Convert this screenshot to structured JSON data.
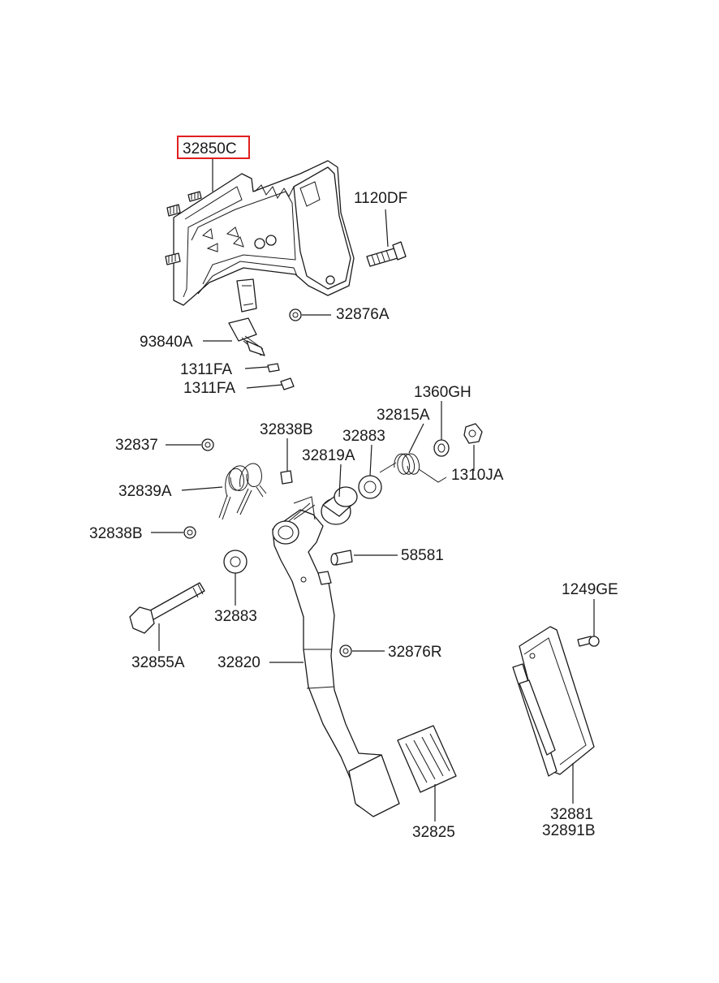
{
  "colors": {
    "highlight": "#e02020",
    "line": "#1a1a1a",
    "background": "#ffffff"
  },
  "labels": {
    "l_32850C": "32850C",
    "l_1120DF": "1120DF",
    "l_32876A": "32876A",
    "l_93840A": "93840A",
    "l_1311FA_1": "1311FA",
    "l_1311FA_2": "1311FA",
    "l_1360GH": "1360GH",
    "l_32815A": "32815A",
    "l_32838B_1": "32838B",
    "l_32837": "32837",
    "l_32883_1": "32883",
    "l_32819A": "32819A",
    "l_1310JA": "1310JA",
    "l_32839A": "32839A",
    "l_32838B_2": "32838B",
    "l_58581": "58581",
    "l_1249GE": "1249GE",
    "l_32883_2": "32883",
    "l_32855A": "32855A",
    "l_32820": "32820",
    "l_32876R": "32876R",
    "l_32881": "32881",
    "l_32891B": "32891B",
    "l_32825": "32825"
  },
  "highlighted_part": "32850C"
}
